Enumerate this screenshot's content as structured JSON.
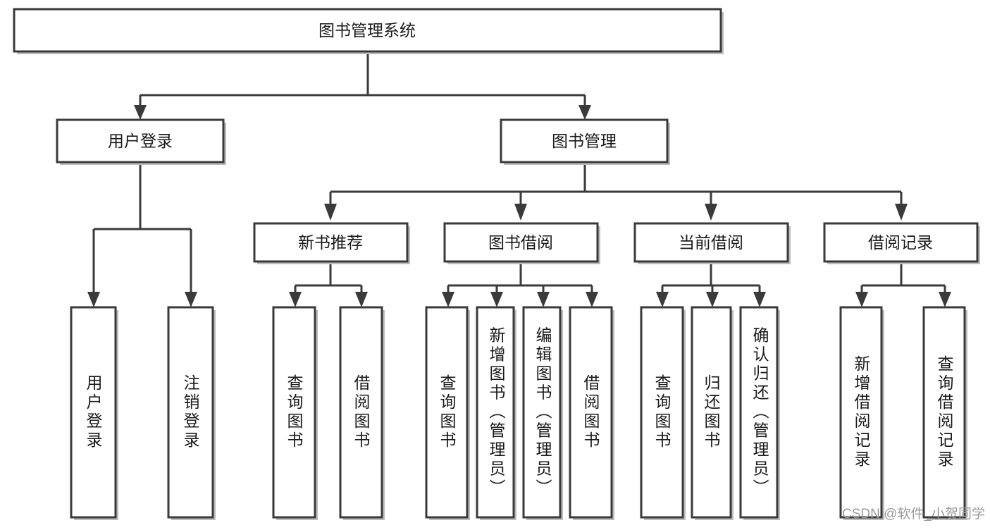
{
  "diagram": {
    "type": "tree-hierarchy-chart",
    "title": "图书管理系统",
    "style": {
      "background": "#ffffff",
      "box_fill": "#ffffff",
      "box_stroke": "#3a3a3a",
      "shadow": "#bdbdbd",
      "text": "#1a1a1a",
      "watermark_color": "#9a9a9a"
    },
    "levels": [
      {
        "level": 1,
        "nodes": [
          {
            "id": "root",
            "label": "图书管理系统",
            "orientation": "horizontal"
          }
        ]
      },
      {
        "level": 2,
        "nodes": [
          {
            "id": "login",
            "label": "用户登录",
            "orientation": "horizontal",
            "parent": "root"
          },
          {
            "id": "bookmgmt",
            "label": "图书管理",
            "orientation": "horizontal",
            "parent": "root"
          }
        ]
      },
      {
        "level": 3,
        "nodes": [
          {
            "id": "newbook",
            "label": "新书推荐",
            "orientation": "horizontal",
            "parent": "bookmgmt"
          },
          {
            "id": "borrow",
            "label": "图书借阅",
            "orientation": "horizontal",
            "parent": "bookmgmt"
          },
          {
            "id": "current",
            "label": "当前借阅",
            "orientation": "horizontal",
            "parent": "bookmgmt"
          },
          {
            "id": "record",
            "label": "借阅记录",
            "orientation": "horizontal",
            "parent": "bookmgmt"
          }
        ]
      },
      {
        "level": 4,
        "nodes": [
          {
            "id": "leaf1",
            "label": "用户登录",
            "orientation": "vertical",
            "parent": "login"
          },
          {
            "id": "leaf2",
            "label": "注销登录",
            "orientation": "vertical",
            "parent": "login"
          },
          {
            "id": "leaf3",
            "label": "查询图书",
            "orientation": "vertical",
            "parent": "newbook"
          },
          {
            "id": "leaf4",
            "label": "借阅图书",
            "orientation": "vertical",
            "parent": "newbook"
          },
          {
            "id": "leaf5",
            "label": "查询图书",
            "orientation": "vertical",
            "parent": "borrow"
          },
          {
            "id": "leaf6",
            "label": "新增图书（管理员）",
            "orientation": "vertical",
            "parent": "borrow"
          },
          {
            "id": "leaf7",
            "label": "编辑图书（管理员）",
            "orientation": "vertical",
            "parent": "borrow"
          },
          {
            "id": "leaf8",
            "label": "借阅图书",
            "orientation": "vertical",
            "parent": "borrow"
          },
          {
            "id": "leaf9",
            "label": "查询图书",
            "orientation": "vertical",
            "parent": "current"
          },
          {
            "id": "leaf10",
            "label": "归还图书",
            "orientation": "vertical",
            "parent": "current"
          },
          {
            "id": "leaf11",
            "label": "确认归还（管理员）",
            "orientation": "vertical",
            "parent": "current"
          },
          {
            "id": "leaf12",
            "label": "新增借阅记录",
            "orientation": "vertical",
            "parent": "record"
          },
          {
            "id": "leaf13",
            "label": "查询借阅记录",
            "orientation": "vertical",
            "parent": "record"
          }
        ]
      }
    ]
  },
  "watermark": {
    "text": "CSDN @软件_小贺同学"
  }
}
